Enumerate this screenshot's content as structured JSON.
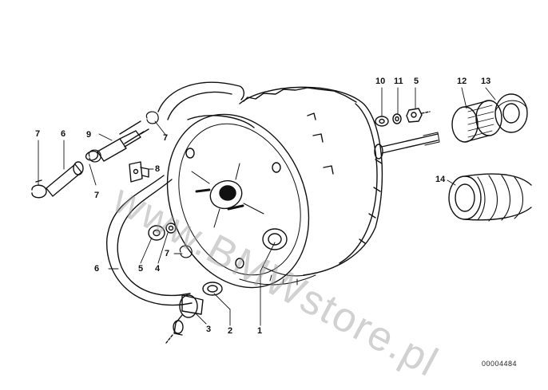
{
  "diagram": {
    "watermark": "www.BMWstore.pl",
    "doc_number": "00004484",
    "callouts": [
      {
        "id": "c1",
        "label": "1"
      },
      {
        "id": "c2",
        "label": "2"
      },
      {
        "id": "c3",
        "label": "3"
      },
      {
        "id": "c4",
        "label": "4"
      },
      {
        "id": "c5a",
        "label": "5"
      },
      {
        "id": "c5b",
        "label": "5"
      },
      {
        "id": "c6a",
        "label": "6"
      },
      {
        "id": "c6b",
        "label": "6"
      },
      {
        "id": "c7a",
        "label": "7"
      },
      {
        "id": "c7b",
        "label": "7"
      },
      {
        "id": "c7c",
        "label": "7"
      },
      {
        "id": "c7d",
        "label": "7"
      },
      {
        "id": "c8",
        "label": "8"
      },
      {
        "id": "c9",
        "label": "9"
      },
      {
        "id": "c10",
        "label": "10"
      },
      {
        "id": "c11",
        "label": "11"
      },
      {
        "id": "c12",
        "label": "12"
      },
      {
        "id": "c13",
        "label": "13"
      },
      {
        "id": "c14",
        "label": "14"
      }
    ]
  }
}
